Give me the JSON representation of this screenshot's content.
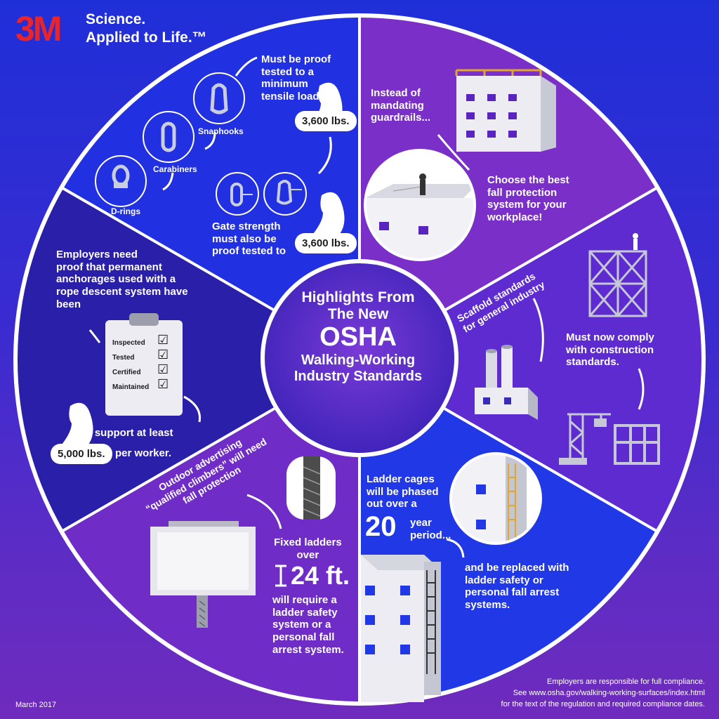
{
  "brand": {
    "logo": "3M",
    "tagline_line1": "Science.",
    "tagline_line2": "Applied to Life.™"
  },
  "center": {
    "line1": "Highlights From",
    "line2": "The New",
    "line3": "OSHA",
    "line4": "Walking-Working",
    "line5": "Industry Standards"
  },
  "hardware": {
    "text1": [
      "Must be proof",
      "tested to a",
      "minimum",
      "tensile load of"
    ],
    "load1": "3,600 lbs.",
    "text2": [
      "Gate strength",
      "must also be",
      "proof tested to"
    ],
    "load2": "3,600 lbs.",
    "labels": {
      "drings": "D-rings",
      "carabiners": "Carabiners",
      "snaphooks": "Snaphooks"
    }
  },
  "guardrails": {
    "text1": [
      "Instead of",
      "mandating",
      "guardrails..."
    ],
    "text2": [
      "Choose the best",
      "fall protection",
      "system for your",
      "workplace!"
    ]
  },
  "scaffold": {
    "angled": [
      "Scaffold standards",
      "for general industry"
    ],
    "text": [
      "Must now comply",
      "with construction",
      "standards."
    ]
  },
  "ladders": {
    "text1": [
      "Ladder cages",
      "will be phased",
      "out over a"
    ],
    "years": "20",
    "years_label": [
      "year",
      "period..."
    ],
    "text2": [
      "and be replaced with",
      "ladder safety or",
      "personal fall arrest",
      "systems."
    ]
  },
  "outdoor": {
    "angled": [
      "Outdoor advertising",
      "“qualified climbers” will need",
      "fall protection"
    ],
    "fixed": [
      "Fixed ladders",
      "over"
    ],
    "height": "24 ft.",
    "text": [
      "will require a",
      "ladder safety",
      "system or a",
      "personal fall",
      "arrest system."
    ]
  },
  "anchorage": {
    "text1": [
      "Employers need",
      "proof that permanent",
      "anchorages used with a",
      "rope descent system have",
      "been"
    ],
    "checklist": [
      "Inspected",
      "Tested",
      "Certified",
      "Maintained"
    ],
    "text2": "and support at least",
    "load": "5,000 lbs.",
    "per": "per worker."
  },
  "footer": {
    "date": "March 2017",
    "line1": "Employers are responsible for full compliance.",
    "line2": "See www.osha.gov/walking-working-surfaces/index.html",
    "line3": "for the text of the regulation and required compliance dates."
  },
  "colors": {
    "blue": "#2130e0",
    "purple": "#6a2bc4",
    "darkblue": "#25209c",
    "brand_red": "#e8252c"
  },
  "icons": [
    "d-ring-icon",
    "carabiner-icon",
    "snaphook-icon",
    "flexed-arm-icon",
    "building-icon",
    "scaffold-icon",
    "factory-icon",
    "crane-icon",
    "ladder-icon",
    "billboard-icon",
    "clipboard-icon",
    "arrow-icon"
  ]
}
